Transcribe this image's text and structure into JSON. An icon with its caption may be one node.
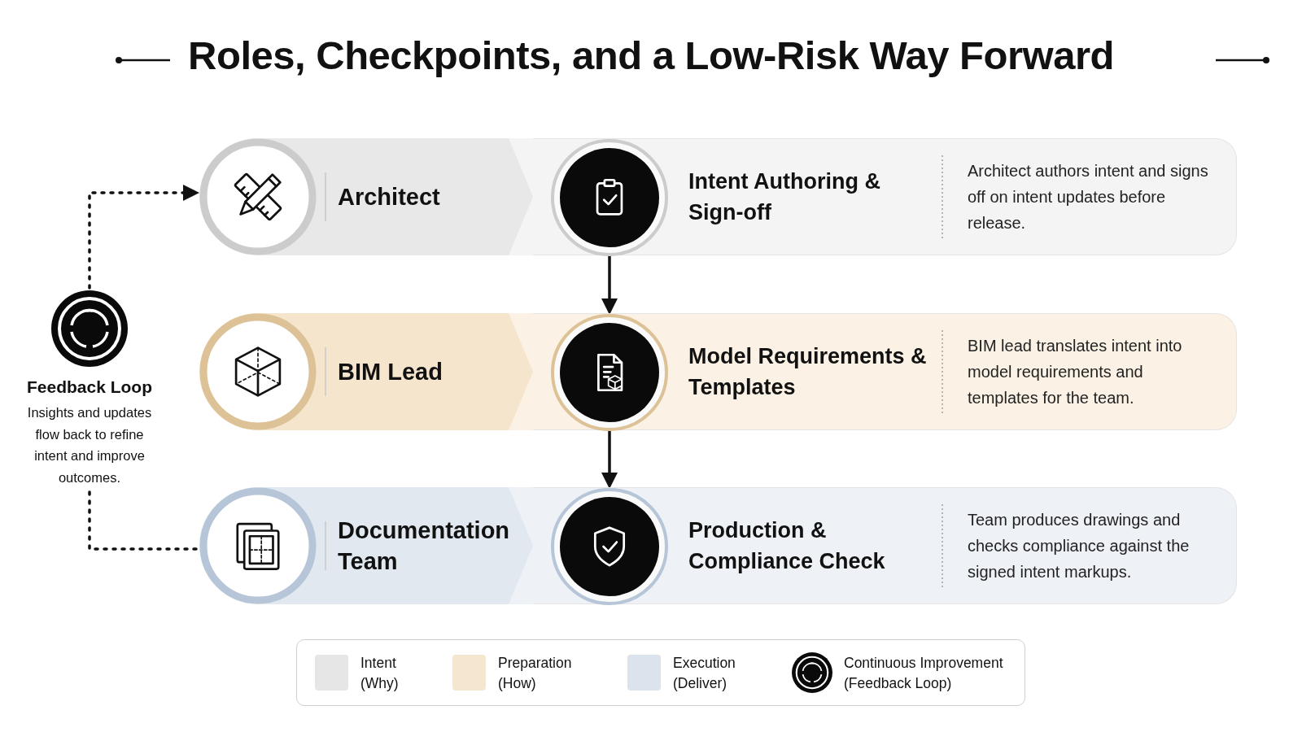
{
  "diagram": {
    "title": "Roles, Checkpoints, and a Low-Risk Way Forward",
    "nodes": [
      {
        "text": [
          "Architect"
        ]
      },
      {
        "text": [
          "Intent Authoring & Sign-off",
          "Architect authors intent and signs off on intent updates before release."
        ]
      },
      {
        "text": [
          "BIM Lead"
        ]
      },
      {
        "text": [
          "Model Requirements & Templates",
          "BIM lead translates intent into model requirements and templates for the team."
        ]
      },
      {
        "text": [
          "Documentation Team"
        ]
      },
      {
        "text": [
          "Production & Compliance Check",
          "Team produces drawings and checks compliance against the signed intent markups."
        ]
      },
      {
        "text": [
          "Feedback Loop",
          "Insights and updates flow back to refine intent and improve outcomes."
        ]
      }
    ],
    "edges": [
      {
        "from": 6,
        "to": 0,
        "arrow": "to",
        "style": "dashed"
      },
      {
        "from": 1,
        "to": 3,
        "arrow": "to"
      },
      {
        "from": 3,
        "to": 5,
        "arrow": "to"
      },
      {
        "from": 4,
        "to": 6,
        "arrow": "none",
        "style": "dashed"
      }
    ],
    "legend": [
      {
        "text": "Intent (Why)",
        "color": "#e6e6e6"
      },
      {
        "text": "Preparation (How)",
        "color": "#f5e6d0"
      },
      {
        "text": "Execution (Deliver)",
        "color": "#dbe3ec"
      },
      {
        "text": "Continuous Improvement (Feedback Loop)"
      }
    ]
  }
}
